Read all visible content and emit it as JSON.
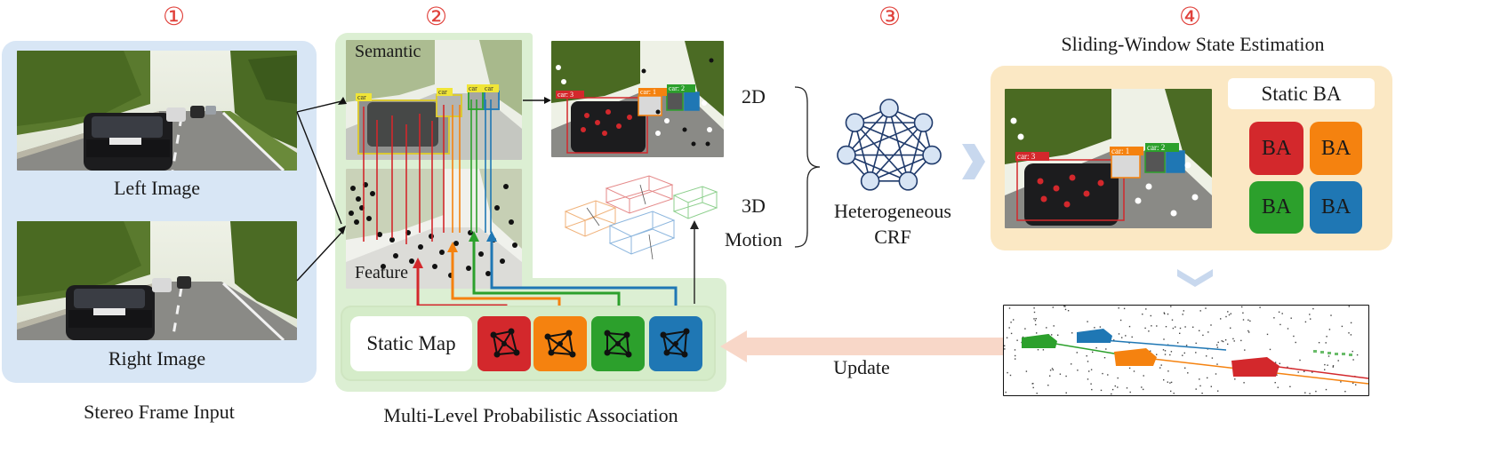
{
  "stages": {
    "s1": {
      "num": "①",
      "caption": "Stereo Frame Input",
      "left_label": "Left Image",
      "right_label": "Right Image"
    },
    "s2": {
      "num": "②",
      "caption": "Multi-Level Probabilistic Association",
      "semantic_label": "Semantic",
      "feature_label": "Feature",
      "static_map_label": "Static Map",
      "motion_labels": {
        "two_d": "2D",
        "three_d": "3D",
        "motion": "Motion"
      }
    },
    "s3": {
      "num": "③",
      "title_line1": "Heterogeneous",
      "title_line2": "CRF"
    },
    "s4": {
      "num": "④",
      "title": "Sliding-Window State Estimation",
      "static_ba": "Static BA",
      "ba_tiles": [
        "BA",
        "BA",
        "BA",
        "BA"
      ]
    }
  },
  "update_label": "Update",
  "car_tags": [
    "car",
    "car",
    "car",
    "car",
    "car: 1",
    "car: 2",
    "car: 3"
  ],
  "colors": {
    "red": "#d3282c",
    "orange": "#f5820f",
    "green": "#2ca02c",
    "blue": "#1f77b4",
    "input_bg": "#d8e6f5",
    "assoc_bg": "#dcefd3",
    "state_bg": "#fbe8c4",
    "update_arrow": "#f8d7c8",
    "chevron": "#c8d8ee",
    "number": "#e0403a",
    "node": "#d7e4f4",
    "node_edge": "#1f3a6b"
  }
}
